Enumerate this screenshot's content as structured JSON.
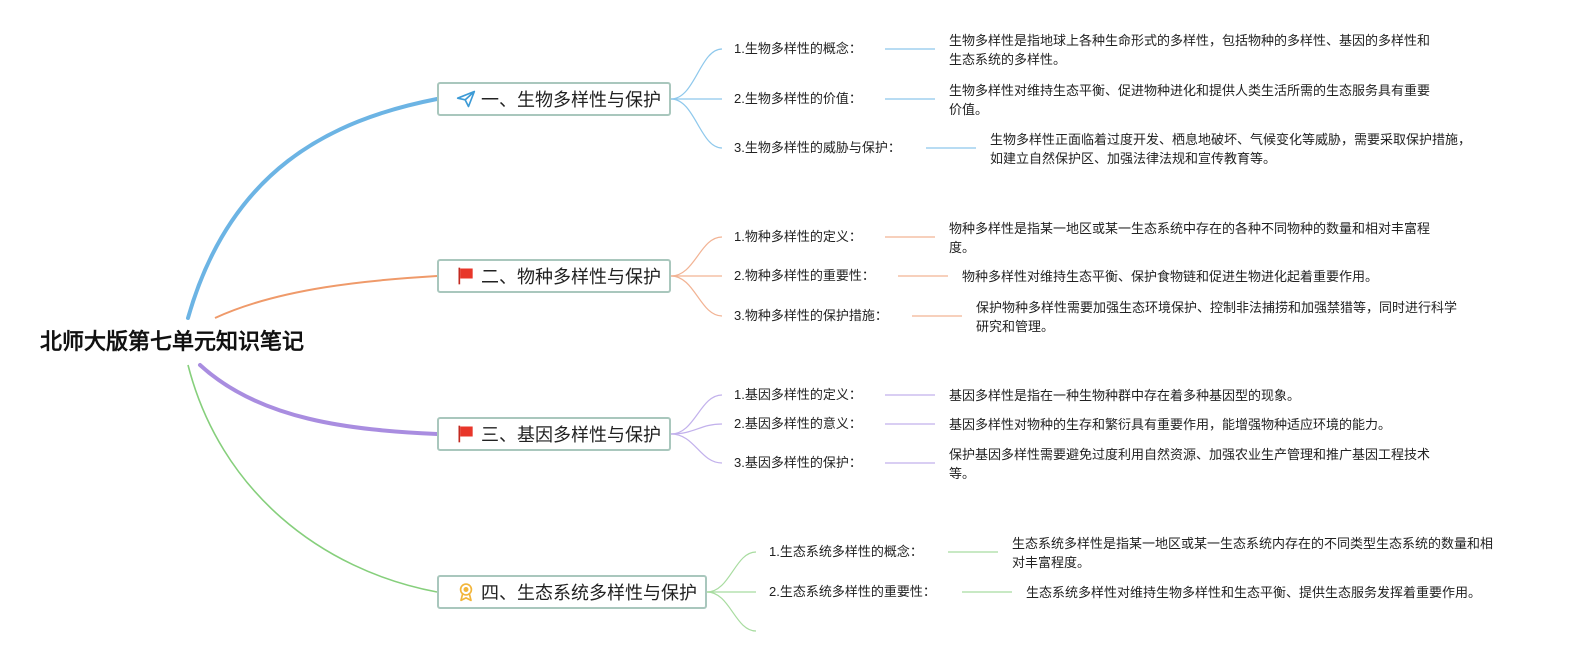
{
  "root": {
    "title": "北师大版第七单元知识笔记"
  },
  "colors": {
    "branch1": "#6cb4e4",
    "branch2": "#ef9a6a",
    "branch3": "#a98de0",
    "branch4": "#86cf7c",
    "branch_border": "#a9c7bd",
    "flag": "#e8362a",
    "badge": "#f2b53a"
  },
  "branches": [
    {
      "title": "一、生物多样性与保护",
      "icon": "paper-plane-icon",
      "items": [
        {
          "label": "1.生物多样性的概念：",
          "text": "生物多样性是指地球上各种生命形式的多样性，包括物种的多样性、基因的多样性和生态系统的多样性。"
        },
        {
          "label": "2.生物多样性的价值：",
          "text": "生物多样性对维持生态平衡、促进物种进化和提供人类生活所需的生态服务具有重要价值。"
        },
        {
          "label": "3.生物多样性的威胁与保护：",
          "text": "生物多样性正面临着过度开发、栖息地破坏、气候变化等威胁，需要采取保护措施，如建立自然保护区、加强法律法规和宣传教育等。"
        }
      ]
    },
    {
      "title": "二、物种多样性与保护",
      "icon": "red-flag-icon",
      "items": [
        {
          "label": "1.物种多样性的定义：",
          "text": "物种多样性是指某一地区或某一生态系统中存在的各种不同物种的数量和相对丰富程度。"
        },
        {
          "label": "2.物种多样性的重要性：",
          "text": "物种多样性对维持生态平衡、保护食物链和促进生物进化起着重要作用。"
        },
        {
          "label": "3.物种多样性的保护措施：",
          "text": "保护物种多样性需要加强生态环境保护、控制非法捕捞和加强禁猎等，同时进行科学研究和管理。"
        }
      ]
    },
    {
      "title": "三、基因多样性与保护",
      "icon": "red-flag-icon",
      "items": [
        {
          "label": "1.基因多样性的定义：",
          "text": "基因多样性是指在一种生物种群中存在着多种基因型的现象。"
        },
        {
          "label": "2.基因多样性的意义：",
          "text": "基因多样性对物种的生存和繁衍具有重要作用，能增强物种适应环境的能力。"
        },
        {
          "label": "3.基因多样性的保护：",
          "text": "保护基因多样性需要避免过度利用自然资源、加强农业生产管理和推广基因工程技术等。"
        }
      ]
    },
    {
      "title": "四、生态系统多样性与保护",
      "icon": "award-badge-icon",
      "items": [
        {
          "label": "1.生态系统多样性的概念：",
          "text": "生态系统多样性是指某一地区或某一生态系统内存在的不同类型生态系统的数量和相对丰富程度。"
        },
        {
          "label": "2.生态系统多样性的重要性：",
          "text": "生态系统多样性对维持生物多样性和生态平衡、提供生态服务发挥着重要作用。"
        }
      ]
    }
  ]
}
